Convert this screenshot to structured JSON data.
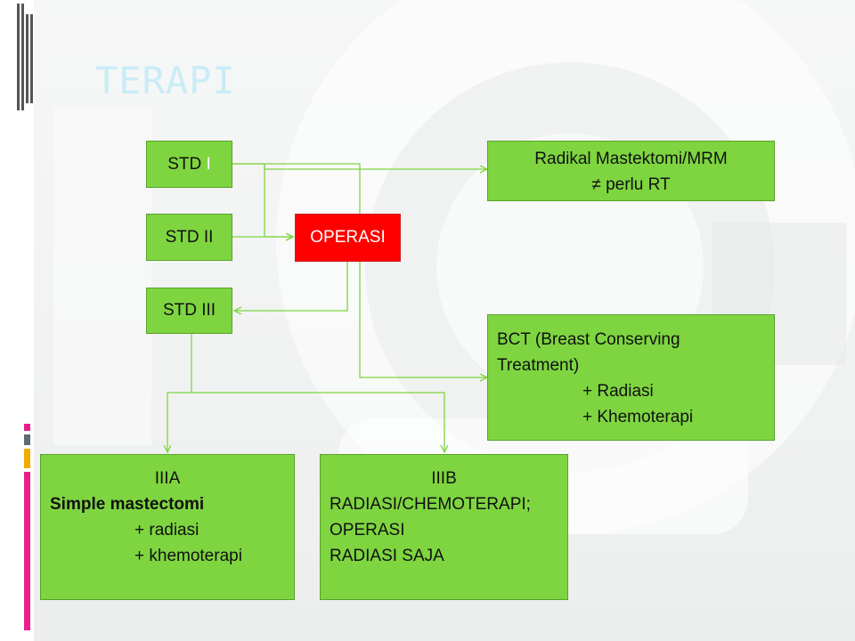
{
  "slide": {
    "title": "TERAPI",
    "colors": {
      "box_fill": "#7ed540",
      "box_border": "#5aa12c",
      "highlight": "#ff0000",
      "connector": "#7ed540",
      "title": "#c9ecf7"
    },
    "decorations": {
      "left_edge_marks": [
        "#e91e8c",
        "#5b6a75",
        "#f2a900",
        "#e91e8c"
      ],
      "top_icon": "bars-icon"
    }
  },
  "nodes": {
    "std_i": {
      "prefix": "STD ",
      "suffix": "I"
    },
    "std_ii": {
      "label": "STD II"
    },
    "std_iii": {
      "label": "STD III"
    },
    "operasi": {
      "label": "OPERASI"
    },
    "radikal": {
      "line1": "Radikal Mastektomi/MRM",
      "line2": "≠ perlu RT"
    },
    "bct": {
      "line1": "BCT (Breast Conserving",
      "line2": "Treatment)",
      "line3": "+ Radiasi",
      "line4": "+ Khemoterapi"
    },
    "iiia": {
      "line1": "IIIA",
      "line2": "Simple mastectomi",
      "line3": "+ radiasi",
      "line4": "+ khemoterapi"
    },
    "iiib": {
      "line1": "IIIB",
      "line2": "RADIASI/CHEMOTERAPI;",
      "line3": "OPERASI",
      "line4": "RADIASI SAJA"
    }
  }
}
